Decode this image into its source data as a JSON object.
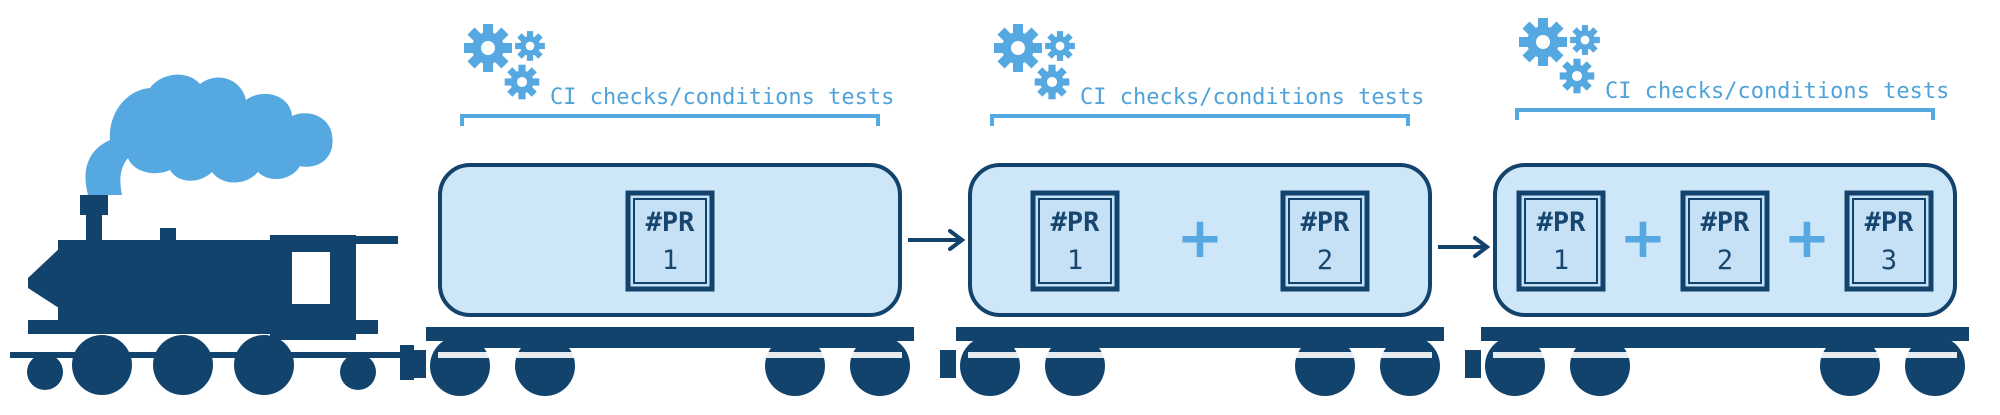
{
  "colors": {
    "dark_navy": "#12436d",
    "light_blue": "#56a8e0",
    "car_fill": "#cde6f8",
    "card_fill": "#c6e1f6"
  },
  "cars": [
    {
      "ci_label": "CI checks/conditions tests",
      "prs": [
        {
          "tag": "#PR",
          "number": "1"
        }
      ],
      "joiner": "+"
    },
    {
      "ci_label": "CI checks/conditions tests",
      "prs": [
        {
          "tag": "#PR",
          "number": "1"
        },
        {
          "tag": "#PR",
          "number": "2"
        }
      ],
      "joiner": "+"
    },
    {
      "ci_label": "CI checks/conditions tests",
      "prs": [
        {
          "tag": "#PR",
          "number": "1"
        },
        {
          "tag": "#PR",
          "number": "2"
        },
        {
          "tag": "#PR",
          "number": "3"
        }
      ],
      "joiner": "+"
    }
  ],
  "icons": {
    "locomotive": "steam-locomotive-icon",
    "smoke": "smoke-cloud-icon",
    "gears": "gears-icon",
    "arrow": "right-arrow-icon",
    "plus": "plus-icon"
  }
}
